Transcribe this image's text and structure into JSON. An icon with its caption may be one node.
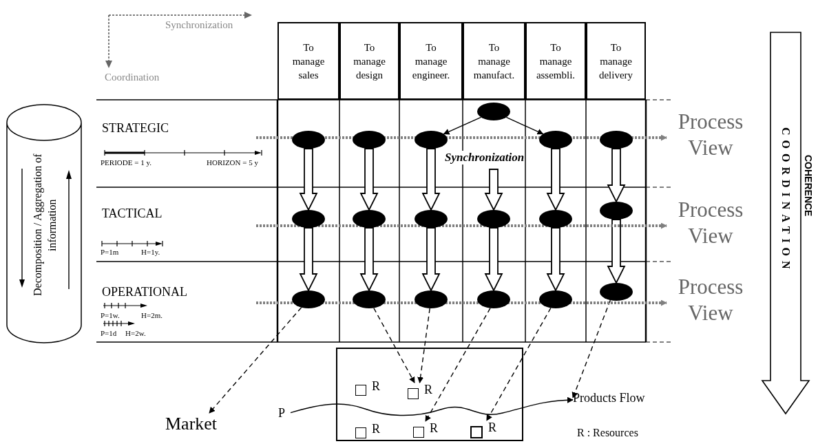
{
  "diagram": {
    "nodes": [
      {
        "text": [
          "To manage sales"
        ]
      },
      {
        "text": [
          "To manage design"
        ]
      },
      {
        "text": [
          "To manage engineer."
        ]
      },
      {
        "text": [
          "To manage manufact."
        ]
      },
      {
        "text": [
          "To manage assembli."
        ]
      },
      {
        "text": [
          "To manage delivery"
        ]
      },
      {
        "text": [],
        "shape": "ellipse"
      },
      {
        "text": [],
        "shape": "ellipse"
      },
      {
        "text": [],
        "shape": "ellipse"
      },
      {
        "text": [],
        "shape": "ellipse"
      },
      {
        "text": [],
        "shape": "ellipse"
      },
      {
        "text": [],
        "shape": "ellipse"
      },
      {
        "text": [],
        "shape": "ellipse"
      },
      {
        "text": [],
        "shape": "ellipse"
      },
      {
        "text": [],
        "shape": "ellipse"
      },
      {
        "text": [],
        "shape": "ellipse"
      },
      {
        "text": [],
        "shape": "ellipse"
      },
      {
        "text": [],
        "shape": "ellipse"
      },
      {
        "text": [],
        "shape": "ellipse"
      },
      {
        "text": [],
        "shape": "ellipse"
      },
      {
        "text": [],
        "shape": "ellipse"
      },
      {
        "text": [],
        "shape": "ellipse"
      },
      {
        "text": [],
        "shape": "ellipse"
      },
      {
        "text": [],
        "shape": "ellipse"
      },
      {
        "text": [
          "Process View"
        ]
      },
      {
        "text": [
          "Process View"
        ]
      },
      {
        "text": [
          "Process View"
        ]
      },
      {
        "text": [
          "Decomposition / Aggregation of information"
        ]
      },
      {
        "text": [
          "COORDINATION"
        ]
      },
      {
        "text": [
          "Market"
        ]
      },
      {
        "text": [],
        "shape": "box"
      },
      {
        "text": [],
        "shape": "box",
        "in": 30,
        "beside": [
          "R"
        ]
      },
      {
        "text": [],
        "shape": "box",
        "in": 30,
        "beside": [
          "R"
        ]
      },
      {
        "text": [],
        "shape": "box",
        "in": 30,
        "beside": [
          "R"
        ]
      },
      {
        "text": [],
        "shape": "box",
        "in": 30,
        "beside": [
          "R"
        ]
      },
      {
        "text": [],
        "shape": "box",
        "in": 30,
        "beside": [
          "R"
        ]
      },
      {
        "text": [
          "P"
        ]
      },
      {
        "text": [
          "Products Flow"
        ]
      }
    ],
    "edges": [
      {
        "from": 6,
        "to": 9,
        "arrow": "to"
      },
      {
        "from": 6,
        "to": 10,
        "arrow": "to"
      },
      {
        "from": 7,
        "to": 12,
        "arrow": "to",
        "style": "thick"
      },
      {
        "from": 8,
        "to": 13,
        "arrow": "to",
        "style": "thick"
      },
      {
        "from": 9,
        "to": 14,
        "arrow": "to",
        "style": "thick"
      },
      {
        "from": null,
        "to": 15,
        "arrow": "to",
        "style": "thick"
      },
      {
        "from": 10,
        "to": 16,
        "arrow": "to",
        "style": "thick"
      },
      {
        "from": 11,
        "to": 17,
        "arrow": "to",
        "style": "thick"
      },
      {
        "from": 12,
        "to": 18,
        "arrow": "to",
        "style": "thick"
      },
      {
        "from": 13,
        "to": 19,
        "arrow": "to",
        "style": "thick"
      },
      {
        "from": 14,
        "to": 20,
        "arrow": "to",
        "style": "thick"
      },
      {
        "from": 15,
        "to": 21,
        "arrow": "to",
        "style": "thick"
      },
      {
        "from": 16,
        "to": 22,
        "arrow": "to",
        "style": "thick"
      },
      {
        "from": 17,
        "to": 23,
        "arrow": "to",
        "style": "thick"
      },
      {
        "from": 18,
        "to": 29,
        "arrow": "to",
        "style": "dashed"
      },
      {
        "from": 19,
        "to": 32,
        "arrow": "to",
        "style": "dashed"
      },
      {
        "from": 20,
        "to": 32,
        "arrow": "to",
        "style": "dashed"
      },
      {
        "from": 21,
        "to": 34,
        "arrow": "to",
        "style": "dashed"
      },
      {
        "from": 22,
        "to": 35,
        "arrow": "to",
        "style": "dashed"
      },
      {
        "from": 23,
        "to": 37,
        "arrow": "to",
        "style": "dashed"
      },
      {
        "from": 36,
        "to": 37,
        "arrow": "to"
      },
      {
        "from": null,
        "to": 24,
        "arrow": "to",
        "style": "dashed",
        "color": "#808080"
      },
      {
        "from": null,
        "to": 25,
        "arrow": "to",
        "style": "dashed",
        "color": "#808080"
      },
      {
        "from": null,
        "to": 26,
        "arrow": "to",
        "style": "dashed",
        "color": "#808080"
      }
    ],
    "labels": [
      "Synchronization",
      "Coordination",
      "STRATEGIC",
      "PERIODE = 1 y.",
      "HORIZON = 5 y",
      "Synchronization",
      "TACTICAL",
      "P=1m",
      "H=1y.",
      "OPERATIONAL",
      "P=1w.",
      "H=2m.",
      "P=1d",
      "H=2w.",
      "COHERENCE",
      "R : Resources"
    ]
  }
}
